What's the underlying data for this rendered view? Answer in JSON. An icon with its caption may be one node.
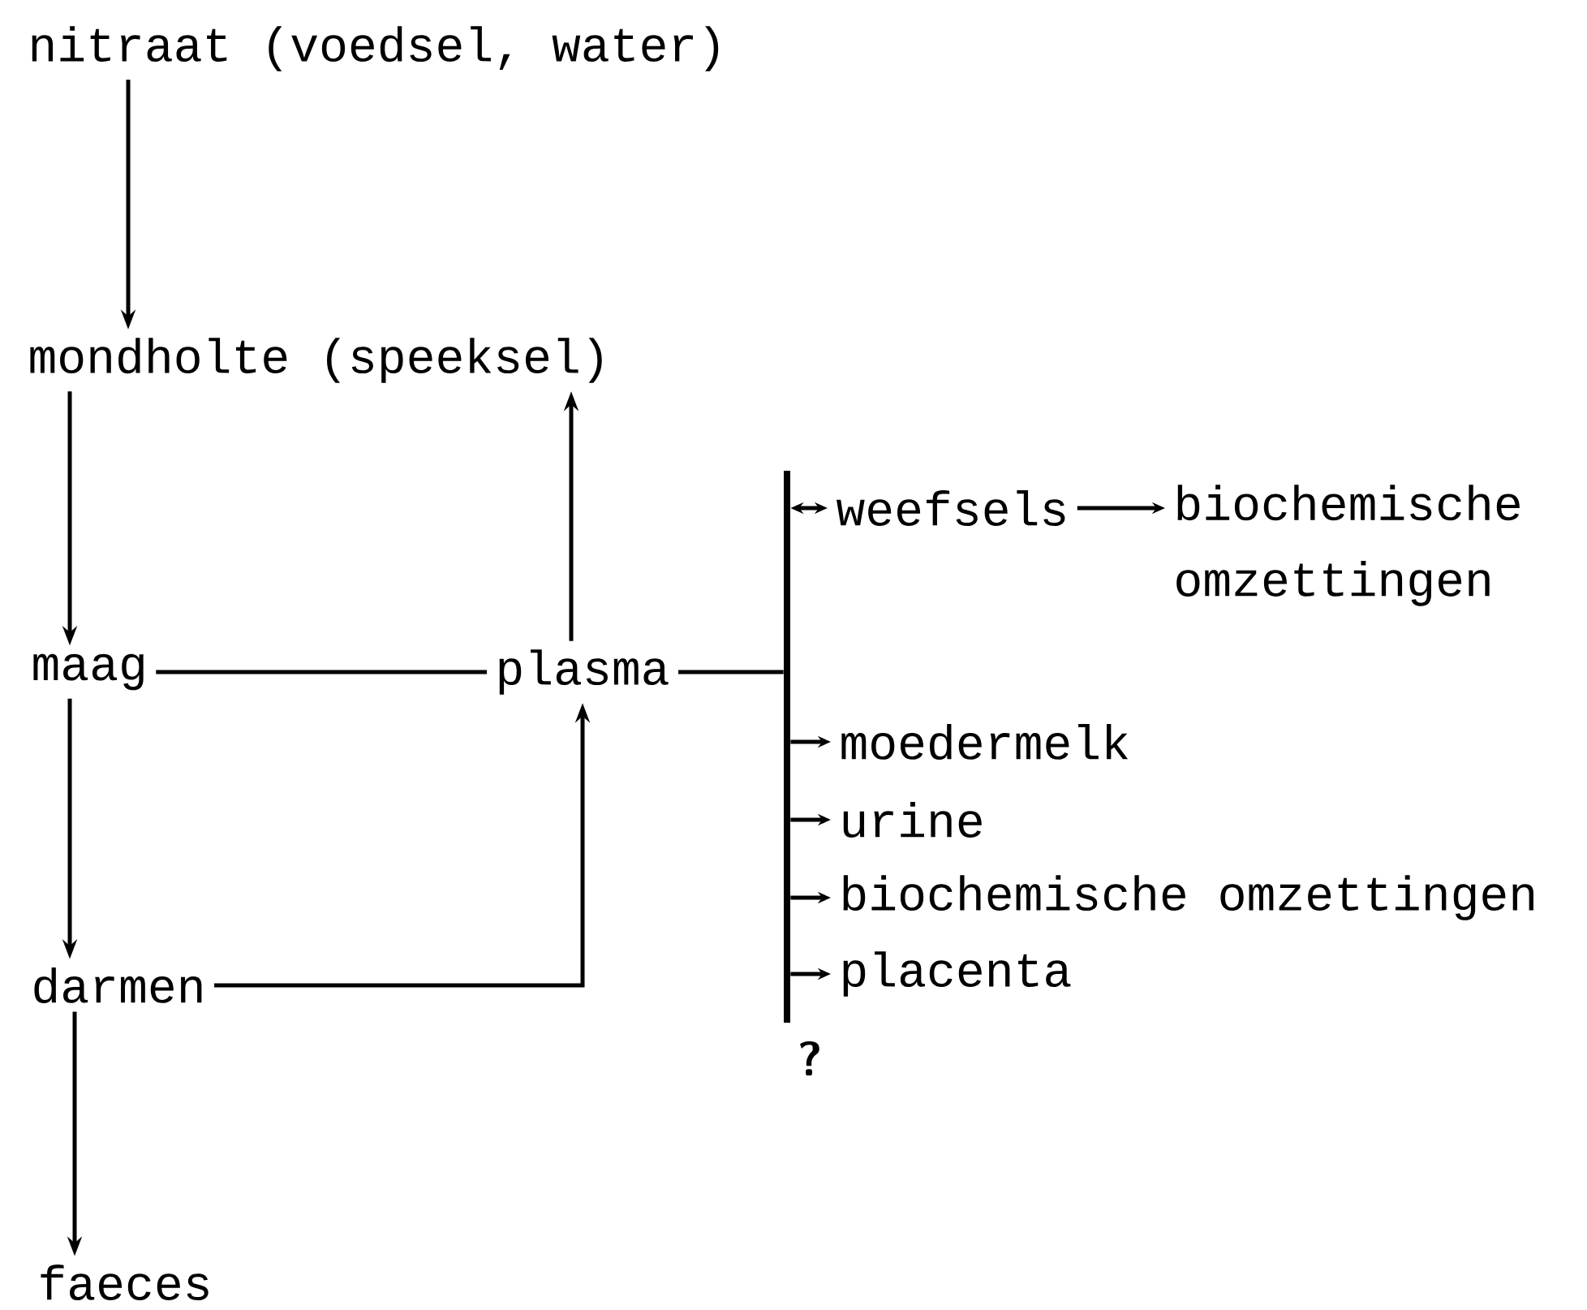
{
  "diagram": {
    "nodes": [
      {
        "text": [
          "nitraat (voedsel, water)"
        ]
      },
      {
        "text": [
          "mondholte (speeksel)"
        ]
      },
      {
        "text": [
          "maag"
        ]
      },
      {
        "text": [
          "plasma"
        ]
      },
      {
        "text": [
          "darmen"
        ]
      },
      {
        "text": [
          "faeces"
        ]
      },
      {
        "text": [],
        "shape": "bar"
      },
      {
        "text": [
          "weefsels"
        ]
      },
      {
        "text": [
          "biochemische omzettingen"
        ]
      },
      {
        "text": [
          "moedermelk"
        ]
      },
      {
        "text": [
          "urine"
        ]
      },
      {
        "text": [
          "biochemische omzettingen"
        ]
      },
      {
        "text": [
          "placenta"
        ]
      }
    ],
    "edges": [
      {
        "from": 0,
        "to": 1,
        "arrow": "to"
      },
      {
        "from": 1,
        "to": 2,
        "arrow": "to"
      },
      {
        "from": 3,
        "to": 1,
        "arrow": "to"
      },
      {
        "from": 2,
        "to": 3,
        "arrow": "none"
      },
      {
        "from": 2,
        "to": 4,
        "arrow": "to"
      },
      {
        "from": 4,
        "to": 3,
        "arrow": "to"
      },
      {
        "from": 4,
        "to": 5,
        "arrow": "to"
      },
      {
        "from": 3,
        "to": 6,
        "arrow": "none"
      },
      {
        "from": 6,
        "to": 7,
        "arrow": "both"
      },
      {
        "from": 7,
        "to": 8,
        "arrow": "to"
      },
      {
        "from": 6,
        "to": 9,
        "arrow": "to"
      },
      {
        "from": 6,
        "to": 10,
        "arrow": "to"
      },
      {
        "from": 6,
        "to": 11,
        "arrow": "to"
      },
      {
        "from": 6,
        "to": 12,
        "arrow": "to"
      }
    ],
    "labels": [
      "?"
    ]
  }
}
